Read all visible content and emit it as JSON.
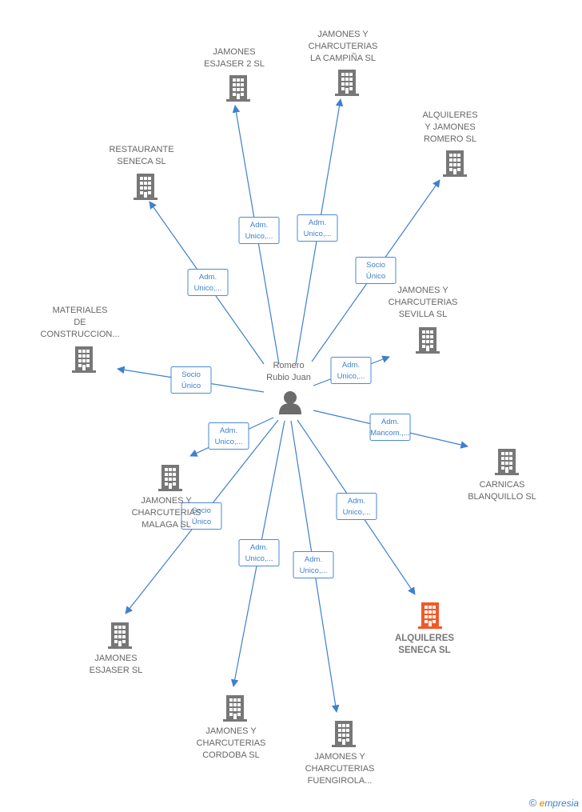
{
  "colors": {
    "edge": "#3f7fce",
    "company": "#777777",
    "highlight": "#f05a28",
    "person": "#666666"
  },
  "center": {
    "name_lines": [
      "Romero",
      "Rubio Juan"
    ],
    "icon": "person-icon"
  },
  "nodes": [
    {
      "id": "jamones-esjaser-2",
      "lines": [
        "JAMONES",
        "ESJASER 2  SL"
      ],
      "role_lines": [
        "Adm.",
        "Unico,..."
      ]
    },
    {
      "id": "campina",
      "lines": [
        "JAMONES Y",
        "CHARCUTERIAS",
        "LA CAMPIÑA  SL"
      ],
      "role_lines": [
        "Adm.",
        "Unico,..."
      ]
    },
    {
      "id": "alquileres-romero",
      "lines": [
        "ALQUILERES",
        "Y JAMONES",
        "ROMERO  SL"
      ],
      "role_lines": [
        "Socio",
        "Único"
      ]
    },
    {
      "id": "restaurante-seneca",
      "lines": [
        "RESTAURANTE",
        "SENECA  SL"
      ],
      "role_lines": [
        "Adm.",
        "Unico,..."
      ]
    },
    {
      "id": "sevilla",
      "lines": [
        "JAMONES Y",
        "CHARCUTERIAS",
        "SEVILLA  SL"
      ],
      "role_lines": [
        "Adm.",
        "Unico,..."
      ]
    },
    {
      "id": "materiales",
      "lines": [
        "MATERIALES",
        "DE",
        "CONSTRUCCION..."
      ],
      "role_lines": [
        "Socio",
        "Único"
      ]
    },
    {
      "id": "carnicas",
      "lines": [
        "CARNICAS",
        "BLANQUILLO  SL"
      ],
      "role_lines": [
        "Adm.",
        "Mancom.,..."
      ]
    },
    {
      "id": "malaga",
      "lines": [
        "JAMONES Y",
        "CHARCUTERIAS",
        "MALAGA  SL"
      ],
      "role_lines": [
        "Adm.",
        "Unico,..."
      ]
    },
    {
      "id": "esjaser",
      "lines": [
        "JAMONES",
        "ESJASER  SL"
      ],
      "role_lines": [
        "Socio",
        "Único"
      ]
    },
    {
      "id": "alquileres-seneca",
      "lines": [
        "ALQUILERES",
        "SENECA  SL"
      ],
      "role_lines": [
        "Adm.",
        "Unico,..."
      ],
      "highlight": true
    },
    {
      "id": "cordoba",
      "lines": [
        "JAMONES Y",
        "CHARCUTERIAS",
        "CORDOBA  SL"
      ],
      "role_lines": [
        "Adm.",
        "Unico,..."
      ]
    },
    {
      "id": "fuengirola",
      "lines": [
        "JAMONES Y",
        "CHARCUTERIAS",
        "FUENGIROLA..."
      ],
      "role_lines": [
        "Adm.",
        "Unico,..."
      ]
    }
  ],
  "footer": {
    "copyright": "©",
    "brand_initial": "e",
    "brand_rest": "mpresia"
  }
}
